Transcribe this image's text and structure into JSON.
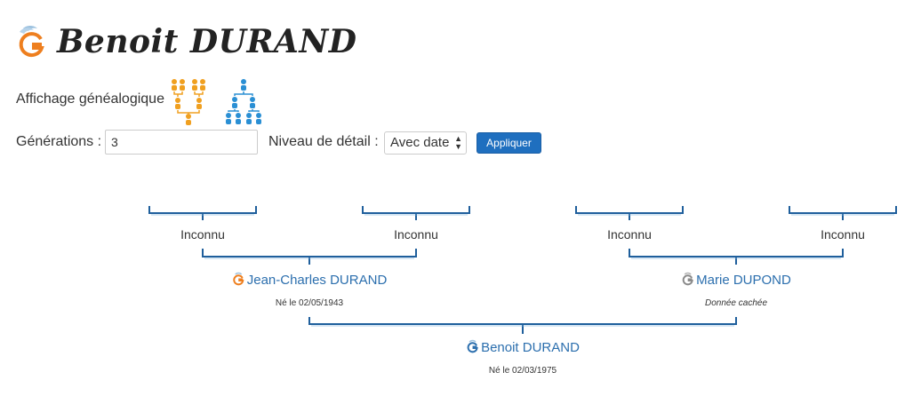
{
  "header": {
    "title": "Benoit DURAND",
    "logo_icon": "geneanet-logo-icon"
  },
  "display": {
    "label": "Affichage généalogique",
    "ascendant_icon": "ascendant-tree-icon",
    "descendant_icon": "descendant-tree-icon"
  },
  "controls": {
    "generations_label": "Générations :",
    "generations_value": "3",
    "detail_label": "Niveau de détail :",
    "detail_value": "Avec date",
    "apply_label": "Appliquer"
  },
  "tree": {
    "unknowns": [
      "Inconnu",
      "Inconnu",
      "Inconnu",
      "Inconnu"
    ],
    "father": {
      "name": "Jean-Charles DURAND",
      "sub": "Né le 02/05/1943"
    },
    "mother": {
      "name": "Marie DUPOND",
      "sub": "Donnée cachée"
    },
    "root": {
      "name": "Benoit DURAND",
      "sub": "Né le 02/03/1975"
    }
  },
  "colors": {
    "link": "#2c6fae",
    "line": "#1f5f9c",
    "button": "#1f6fbf",
    "ascendant_icon": "#f0a020",
    "descendant_icon": "#2a8fd4"
  }
}
